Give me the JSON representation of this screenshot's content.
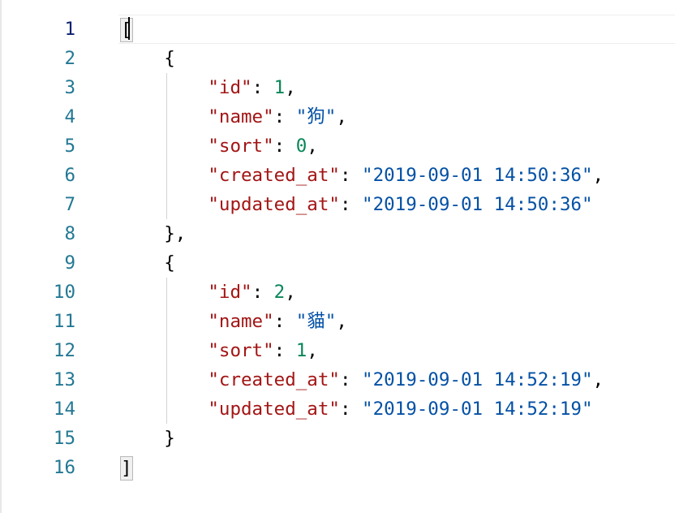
{
  "editor": {
    "line_numbers": [
      "1",
      "2",
      "3",
      "4",
      "5",
      "6",
      "7",
      "8",
      "9",
      "10",
      "11",
      "12",
      "13",
      "14",
      "15",
      "16"
    ],
    "active_line": "1",
    "code": {
      "open_bracket": "[",
      "close_bracket": "]",
      "open_brace": "{",
      "close_brace_comma": "},",
      "close_brace": "}",
      "records": [
        {
          "id_key": "\"id\"",
          "id_value": "1",
          "name_key": "\"name\"",
          "name_value": "\"狗\"",
          "sort_key": "\"sort\"",
          "sort_value": "0",
          "created_key": "\"created_at\"",
          "created_value": "\"2019-09-01 14:50:36\"",
          "updated_key": "\"updated_at\"",
          "updated_value": "\"2019-09-01 14:50:36\""
        },
        {
          "id_key": "\"id\"",
          "id_value": "2",
          "name_key": "\"name\"",
          "name_value": "\"貓\"",
          "sort_key": "\"sort\"",
          "sort_value": "1",
          "created_key": "\"created_at\"",
          "created_value": "\"2019-09-01 14:52:19\"",
          "updated_key": "\"updated_at\"",
          "updated_value": "\"2019-09-01 14:52:19\""
        }
      ]
    }
  },
  "colors": {
    "key": "#a31515",
    "string": "#0451a5",
    "number": "#098658",
    "line_number": "#237893",
    "active_line_number": "#0b216f"
  }
}
